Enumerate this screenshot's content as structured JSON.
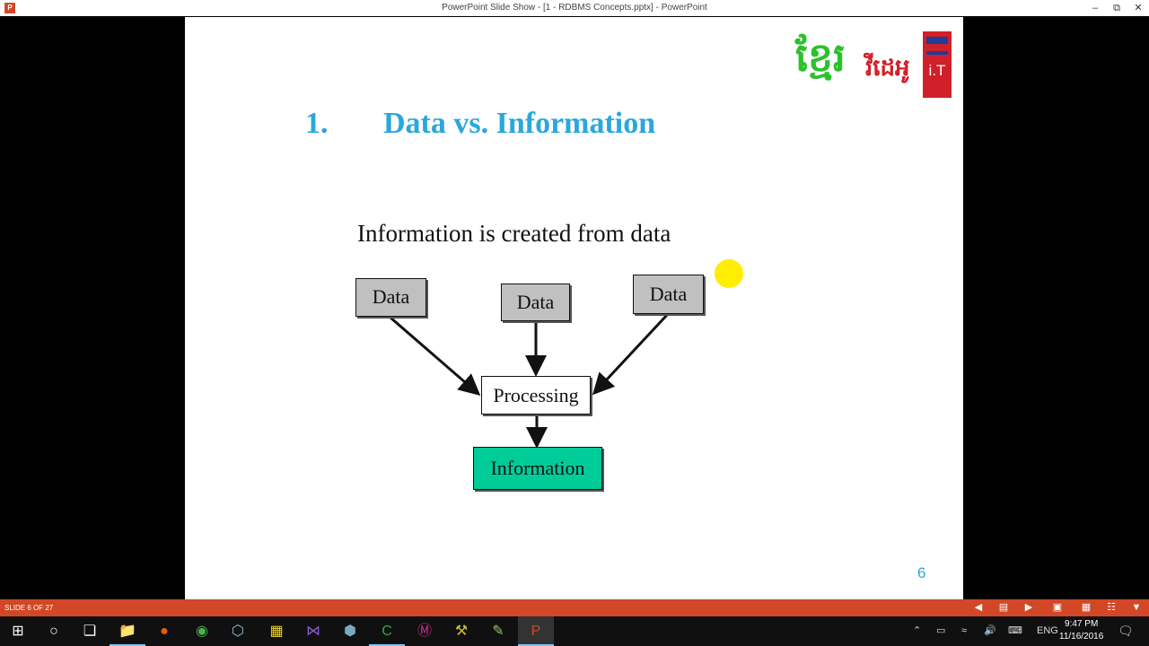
{
  "window": {
    "title": "PowerPoint Slide Show - [1 - RDBMS Concepts.pptx] - PowerPoint",
    "app_icon": "P",
    "controls": [
      "minimize",
      "restore",
      "close"
    ]
  },
  "slide": {
    "number_label": "1.",
    "title": "Data vs. Information",
    "logo_text": "ខ្មែរ វីដេអូ i.T",
    "diagram": {
      "caption": "Information is created from data",
      "inputs": [
        "Data",
        "Data",
        "Data"
      ],
      "process": "Processing",
      "output": "Information",
      "colors": {
        "input": "#c0c0c0",
        "process": "#ffffff",
        "output": "#00cc99"
      }
    },
    "page_number": "6"
  },
  "status_bar": {
    "slide_counter": "SLIDE 6 OF 27",
    "buttons": [
      "previous",
      "slide-list",
      "next",
      "normal-view",
      "slide-sorter",
      "reading-view",
      "slideshow"
    ]
  },
  "taskbar": {
    "apps": [
      "start",
      "cortana",
      "task-view",
      "file-explorer",
      "firefox",
      "chrome",
      "virtualbox",
      "app",
      "visual-studio",
      "app",
      "camtasia",
      "app",
      "tools",
      "notepad",
      "powerpoint"
    ],
    "language": "ENG",
    "time": "9:47 PM",
    "date": "11/16/2016"
  },
  "colors": {
    "accent": "#d24726",
    "title": "#2aa7dd"
  }
}
